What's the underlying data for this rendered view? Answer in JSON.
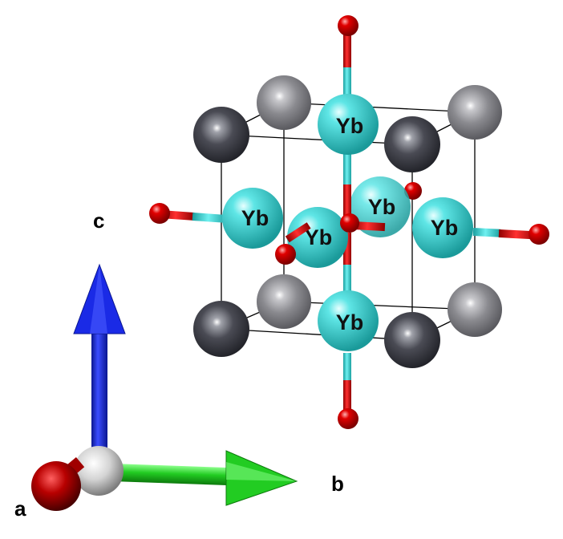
{
  "structure": {
    "atom_label": "Yb",
    "colors": {
      "yb": "#40d8d8",
      "oxygen": "#e00000",
      "corner_dark": "#45464f",
      "corner_light": "#8a8a8e",
      "bond_cyan": "#40d8d8",
      "bond_red": "#e00000",
      "cell_edge": "#000000"
    }
  },
  "axes": {
    "a_label": "a",
    "b_label": "b",
    "c_label": "c",
    "colors": {
      "a": "#c00000",
      "b": "#18c818",
      "c": "#1020d8",
      "origin": "#dcdcdc"
    }
  }
}
